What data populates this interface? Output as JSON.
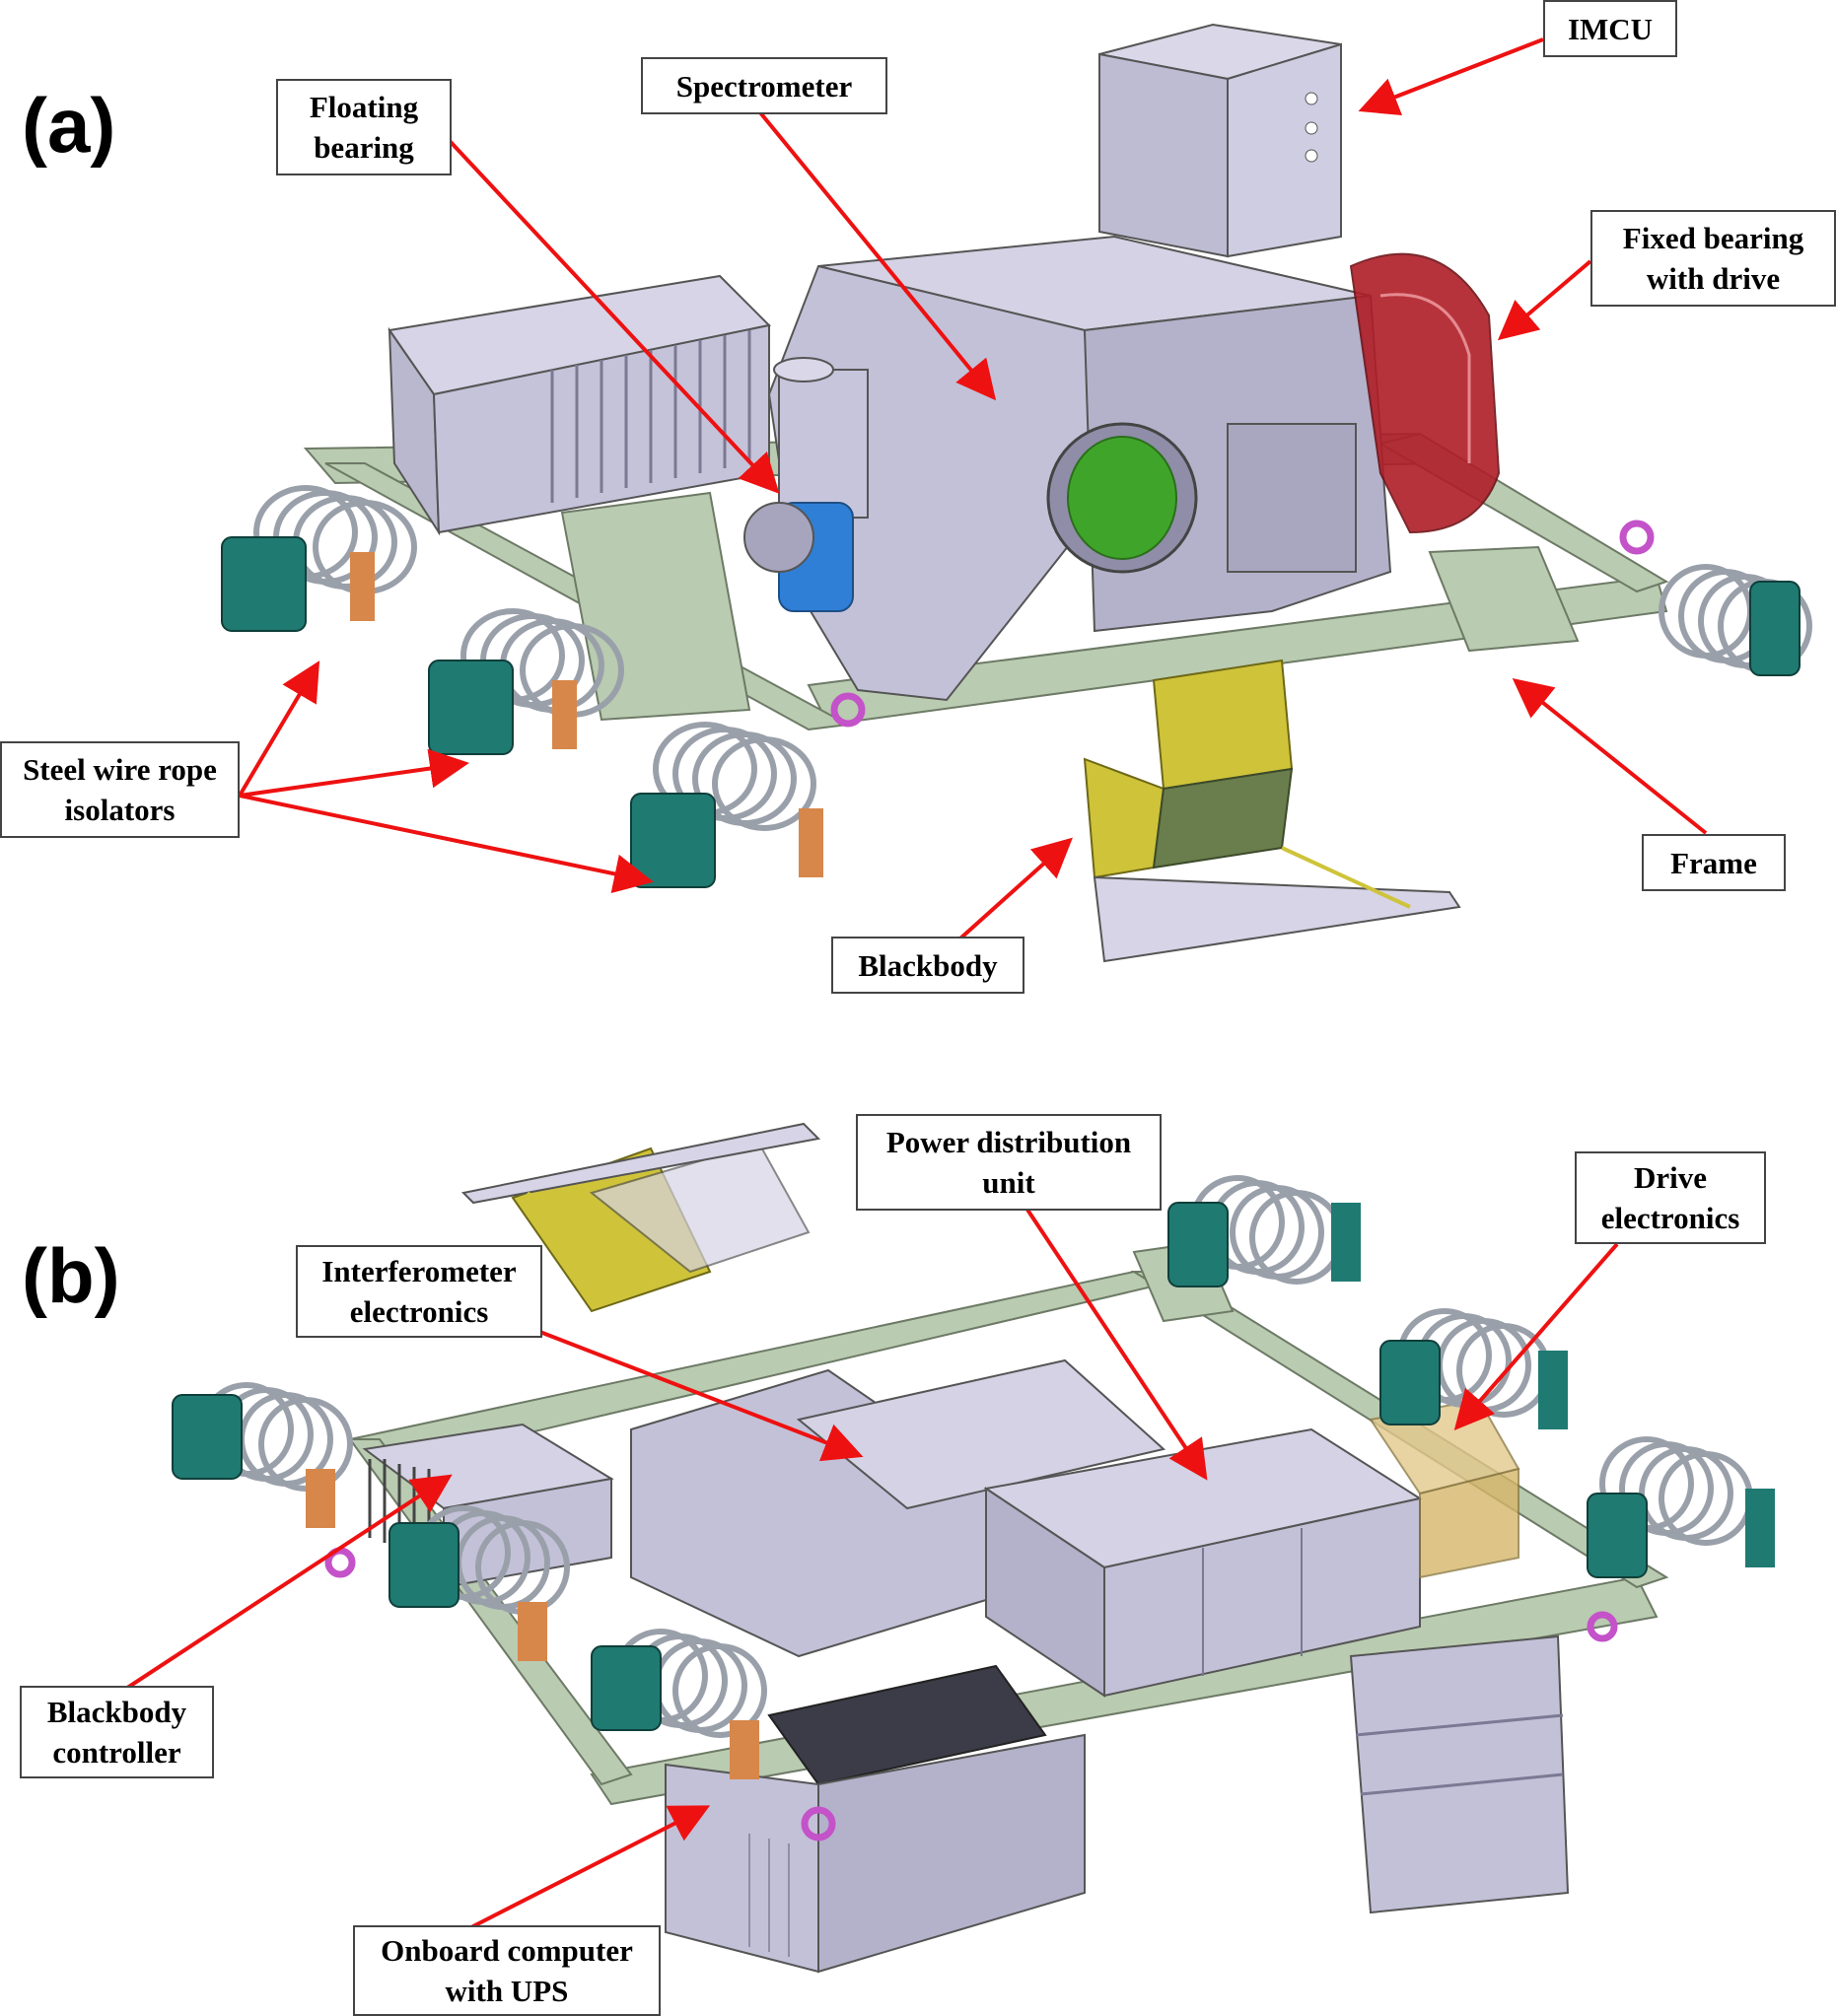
{
  "figure": {
    "panel_a": {
      "letter": "(a)",
      "labels": {
        "imcu": [
          "IMCU"
        ],
        "spectrometer": [
          "Spectrometer"
        ],
        "floating_bearing": [
          "Floating",
          "bearing"
        ],
        "fixed_bearing": [
          "Fixed bearing",
          "with drive"
        ],
        "isolators": [
          "Steel wire rope",
          "isolators"
        ],
        "frame": [
          "Frame"
        ],
        "blackbody": [
          "Blackbody"
        ]
      }
    },
    "panel_b": {
      "letter": "(b)",
      "labels": {
        "power_distribution": [
          "Power distribution",
          "unit"
        ],
        "drive_electronics": [
          "Drive",
          "electronics"
        ],
        "interferometer_electronics": [
          "Interferometer",
          "electronics"
        ],
        "blackbody_controller": [
          "Blackbody",
          "controller"
        ],
        "onboard_computer": [
          "Onboard computer",
          "with UPS"
        ]
      }
    },
    "colors": {
      "arrow": "#ee1111",
      "housing": "#c8c6dc",
      "housing_dark": "#9e9cb6",
      "frame": "#b9cbb0",
      "isolator_block": "#1f7a72",
      "coil": "#9aa0aa",
      "copper": "#d7874a",
      "drive_red": "#b01e28",
      "window_green": "#3fa52a",
      "yellow": "#cfc33a",
      "eyebolt": "#c452c9",
      "blue_part": "#2f7fd6"
    }
  }
}
